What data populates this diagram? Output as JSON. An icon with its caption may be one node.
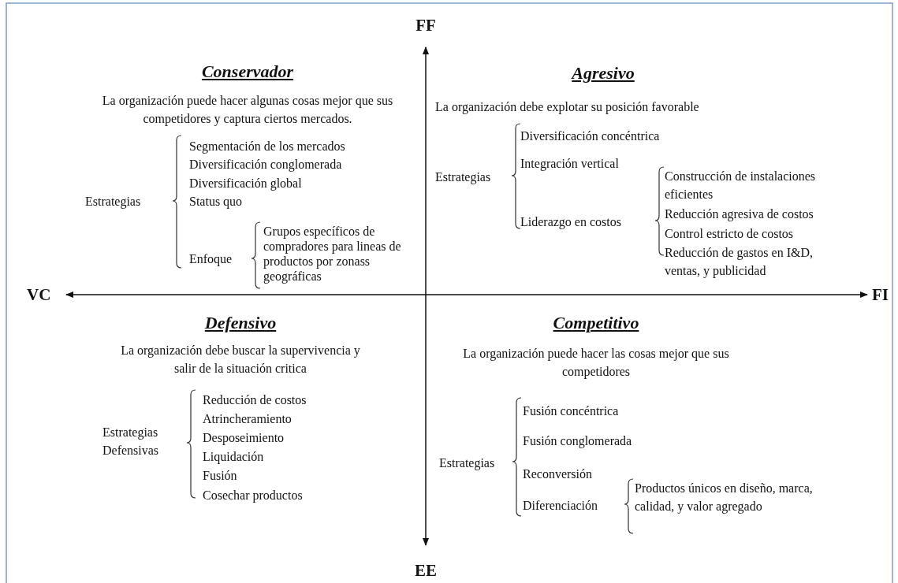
{
  "diagram": {
    "labels": [
      "FF",
      "Conservador",
      "La organización puede hacer algunas cosas mejor que sus competidores y captura ciertos mercados.",
      "Estrategias",
      "Segmentación de los mercados",
      "Diversificación conglomerada",
      "Diversificación global",
      "Status quo",
      "Enfoque",
      "Grupos específicos de compradores para lineas de productos por zonass geográficas",
      "Agresivo",
      "La organización debe explotar su posición favorable",
      "Estrategias",
      "Diversificación concéntrica",
      "Integración vertical",
      "Liderazgo en costos",
      "Construcción de instalaciones eficientes",
      "Reducción agresiva de costos",
      "Control estricto de costos",
      "Reducción de gastos en I&D, ventas, y publicidad",
      "VC",
      "FI",
      "Defensivo",
      "La organización debe buscar la supervivencia y salir de la situación critica",
      "Estrategias Defensivas",
      "Reducción de costos",
      "Atrincheramiento",
      "Desposeimiento",
      "Liquidación",
      "Fusión",
      "Cosechar productos",
      "Competitivo",
      "La organización puede hacer las cosas mejor que sus competidores",
      "Estrategias",
      "Fusión concéntrica",
      "Fusión conglomerada",
      "Reconversión",
      "Diferenciación",
      "Productos únicos en diseño, marca, calidad, y valor agregado",
      "EE"
    ]
  }
}
